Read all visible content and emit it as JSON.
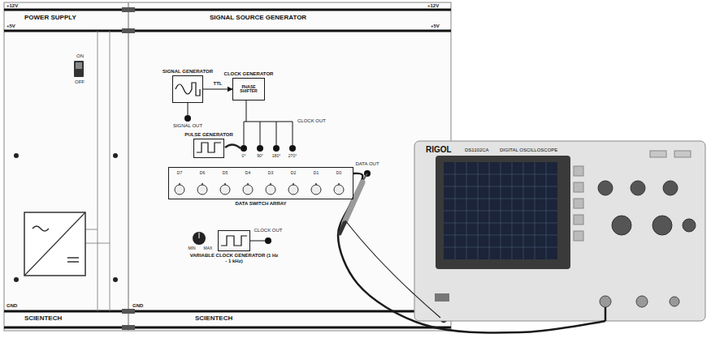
{
  "diagram": {
    "nodes": [
      {
        "text": [
          "POWER SUPPLY"
        ]
      },
      {
        "text": [
          "SIGNAL SOURCE GENERATOR"
        ]
      },
      {
        "text": [
          "SIGNAL GENERATOR"
        ],
        "in": 1
      },
      {
        "text": [
          "CLOCK GENERATOR",
          "PHASE SHIFTER"
        ],
        "in": 1
      },
      {
        "text": [
          "PULSE GENERATOR"
        ],
        "in": 1
      },
      {
        "text": [
          "DATA SWITCH ARRAY"
        ],
        "in": 1
      },
      {
        "text": [
          "VARIABLE CLOCK GENERATOR (1 Hz - 1 kHz)"
        ],
        "in": 1
      },
      {
        "text": [
          "RIGOL",
          "DS1102CA",
          "DIGITAL OSCILLOSCOPE"
        ]
      }
    ],
    "edges": [
      {
        "from": 2,
        "to": 3,
        "arrow": "to",
        "label": "TTL"
      },
      {
        "from": 5,
        "to": 7,
        "arrow": "none"
      }
    ],
    "labels": [
      "+12V",
      "+5V",
      "+12V",
      "+5V",
      "ON",
      "OFF",
      "SIGNAL OUT",
      "CLOCK OUT",
      "0°",
      "90°",
      "180°",
      "270°",
      "D7",
      "D6",
      "D5",
      "D4",
      "D3",
      "D2",
      "D1",
      "D0",
      "DATA OUT",
      "MIN",
      "MAX",
      "CLOCK OUT",
      "GND",
      "GND",
      "SCIENTECH",
      "SCIENTECH"
    ]
  }
}
